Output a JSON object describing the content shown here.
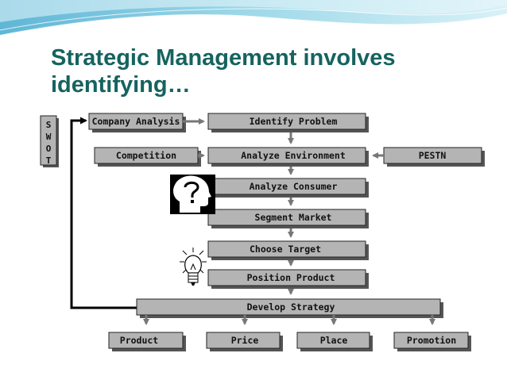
{
  "slide": {
    "title_line1": "Strategic Management involves",
    "title_line2": "identifying…"
  },
  "diagram": {
    "swot_letters": [
      "S",
      "W",
      "O",
      "T"
    ],
    "side_inputs": {
      "company_analysis": "Company Analysis",
      "competition": "Competition",
      "pestn": "PESTN"
    },
    "steps": [
      "Identify Problem",
      "Analyze Environment",
      "Analyze Consumer",
      "Segment Market",
      "Choose Target",
      "Position Product",
      "Develop Strategy"
    ],
    "outputs": [
      "Product",
      "Price",
      "Place",
      "Promotion"
    ],
    "icons": [
      "question-head-icon",
      "lightbulb-icon"
    ]
  },
  "colors": {
    "title": "#15635f",
    "box_fill": "#b4b4b4",
    "box_shadow": "#555555",
    "banner": "#7ec8de"
  }
}
